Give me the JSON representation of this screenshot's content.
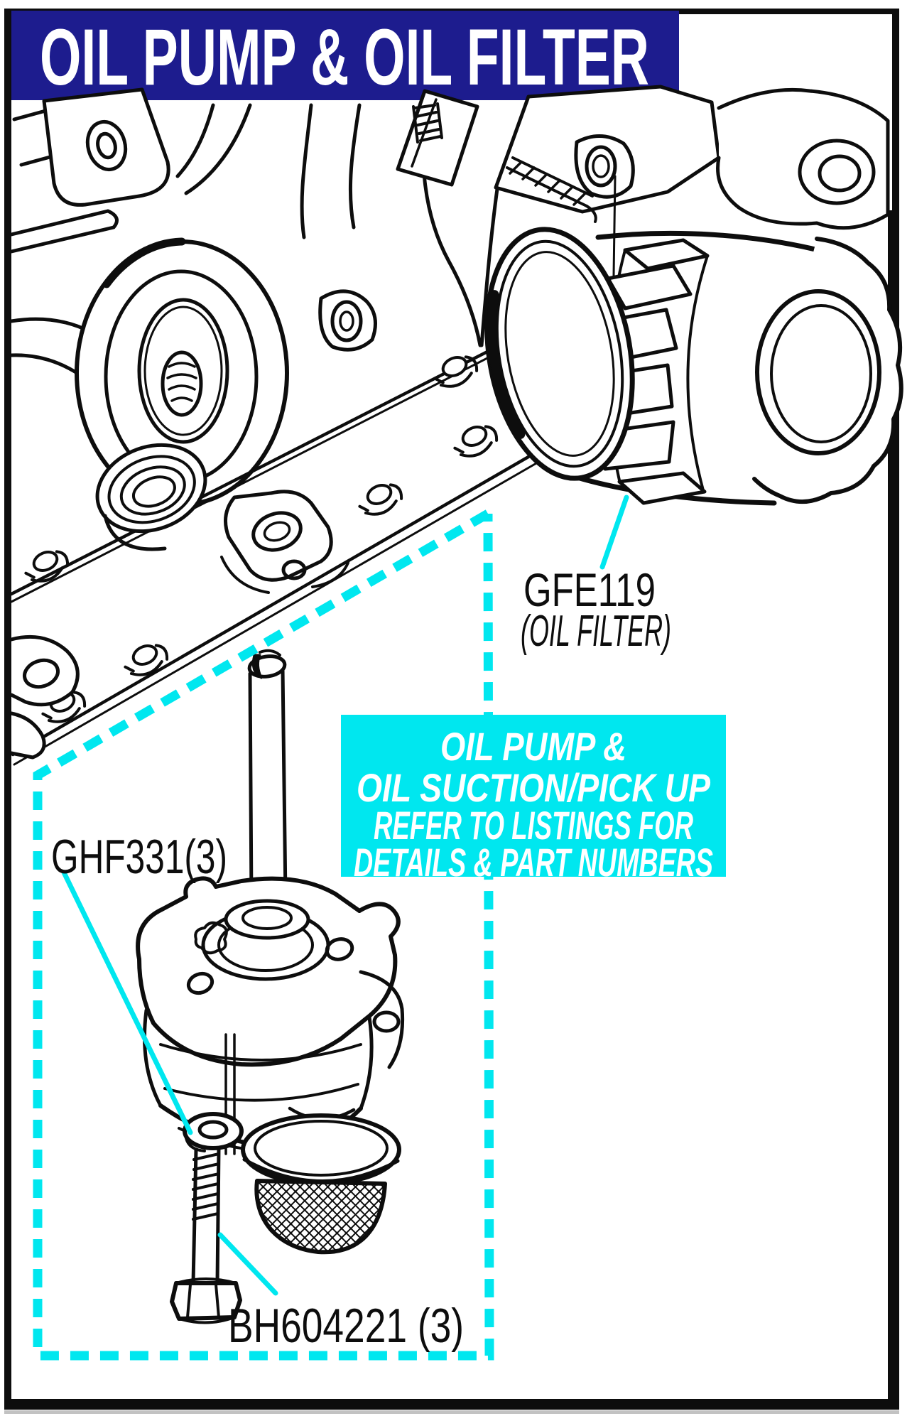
{
  "header": {
    "title": "OIL PUMP & OIL FILTER",
    "bg_color": "#1d1c8e",
    "text_color": "#ffffff"
  },
  "colors": {
    "highlight_cyan": "#00e7ef",
    "ink": "#0d0d0d",
    "paper": "#ffffff",
    "frame_black": "#0d0d0d"
  },
  "parts": {
    "oil_filter": {
      "part_number": "GFE119",
      "description": "(OIL FILTER)"
    },
    "washer": {
      "part_number": "GHF331(3)"
    },
    "bolt": {
      "part_number": "BH604221 (3)"
    }
  },
  "callout_box": {
    "bg_color": "#00e7ef",
    "text_color": "#ffffff",
    "lines": [
      "OIL PUMP &",
      "OIL SUCTION/PICK UP",
      "REFER TO LISTINGS FOR",
      "DETAILS & PART NUMBERS"
    ]
  }
}
